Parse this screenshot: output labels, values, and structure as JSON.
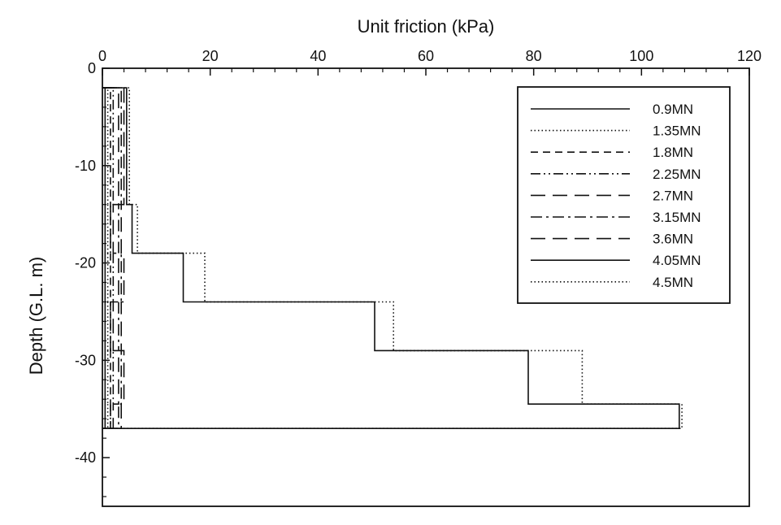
{
  "chart_data": {
    "type": "line",
    "title": "",
    "xlabel": "Unit friction (kPa)",
    "ylabel": "Depth (G.L. m)",
    "xlim": [
      0,
      120
    ],
    "ylim": [
      -45,
      0
    ],
    "x_ticks": [
      "0",
      "20",
      "40",
      "60",
      "80",
      "100",
      "120"
    ],
    "y_ticks": [
      "0",
      "-10",
      "-20",
      "-30",
      "-40"
    ],
    "grid": false,
    "legend_position": "top-right",
    "depth_boundaries_m": [
      -2,
      -14,
      -19,
      -24,
      -29,
      -34.5,
      -37
    ],
    "series": [
      {
        "name": "0.9MN",
        "dash": "solid",
        "x": [
          0.5,
          0.5,
          0.5,
          0.5,
          0.5,
          0.5
        ]
      },
      {
        "name": "1.35MN",
        "dash": "dotted",
        "x": [
          1,
          1,
          1,
          1,
          1,
          1
        ]
      },
      {
        "name": "1.8MN",
        "dash": "dashed",
        "x": [
          1.5,
          1.5,
          1.5,
          1.5,
          1.5,
          1.5
        ]
      },
      {
        "name": "2.25MN",
        "dash": "dash-dot-dot",
        "x": [
          2,
          1.5,
          2,
          1.5,
          2,
          1.5
        ]
      },
      {
        "name": "2.7MN",
        "dash": "long-dash",
        "x": [
          3,
          2,
          3,
          2,
          3,
          2
        ]
      },
      {
        "name": "3.15MN",
        "dash": "dash-dot",
        "x": [
          3.5,
          3,
          3.5,
          3,
          3.5,
          3
        ]
      },
      {
        "name": "3.6MN",
        "dash": "long-dash",
        "x": [
          4,
          3.5,
          4,
          3.5,
          4,
          3.5
        ]
      },
      {
        "name": "4.05MN",
        "dash": "solid",
        "x": [
          4.5,
          5.5,
          15,
          50.5,
          79,
          107
        ]
      },
      {
        "name": "4.5MN",
        "dash": "dotted",
        "x": [
          5,
          6.5,
          19,
          54,
          89,
          107.5
        ]
      }
    ]
  }
}
